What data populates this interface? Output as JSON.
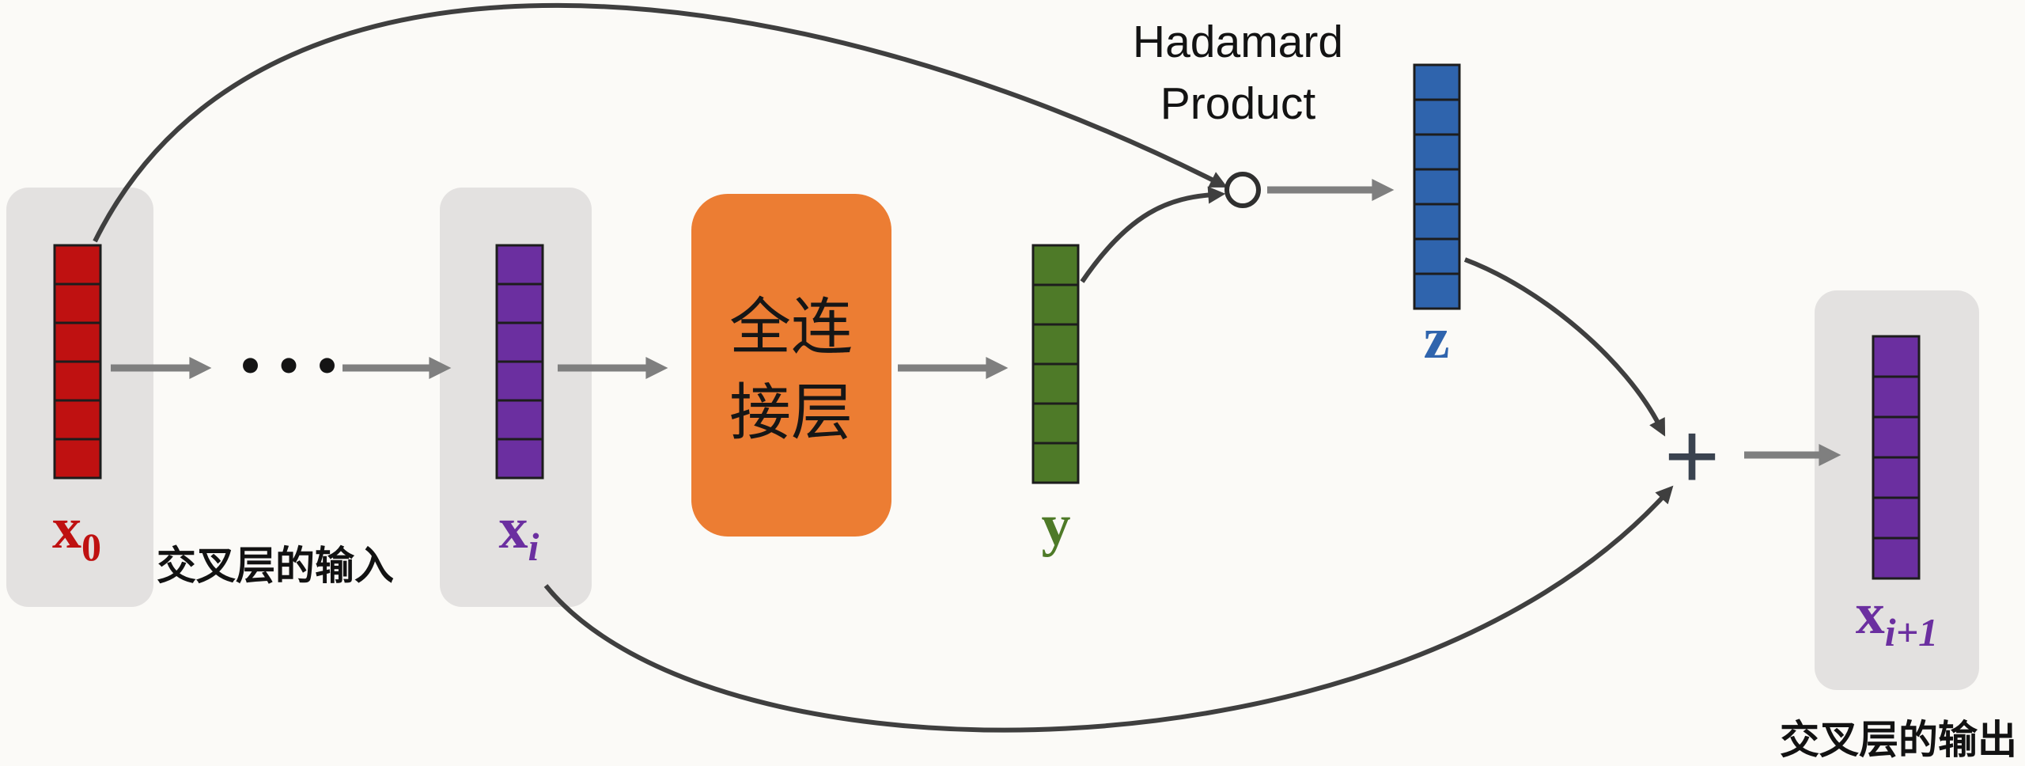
{
  "diagram": {
    "background": "#fbfaf7",
    "captions": {
      "input": "交叉层的输入",
      "output": "交叉层的输出"
    },
    "hadamard_label": {
      "line1": "Hadamard",
      "line2": "Product"
    },
    "fc_layer": {
      "line1": "全连",
      "line2": "接层",
      "fill": "#ec7d33"
    },
    "dots": "•••",
    "plus": "+",
    "nodes": {
      "x0": {
        "label": "x",
        "sub": "0",
        "color": "#bf1111",
        "cells": 6
      },
      "xi": {
        "label": "x",
        "sub": "i",
        "color": "#6b2fa0",
        "cells": 6
      },
      "y": {
        "label": "y",
        "color": "#4e7a28",
        "cells": 6
      },
      "z": {
        "label": "z",
        "color": "#2f64ad",
        "cells": 7
      },
      "xnext": {
        "label": "x",
        "sub": "i+1",
        "color": "#6b2fa0",
        "cells": 6
      }
    },
    "colors": {
      "straight_arrow": "#7f7f7f",
      "curved_arrow": "#3f3f3f",
      "panel": "#e3e1e0",
      "cell_border": "#1d1d1d",
      "hadamard_circle_stroke": "#2f2f2f",
      "plus": "#3a4350",
      "text": "#131313"
    }
  }
}
